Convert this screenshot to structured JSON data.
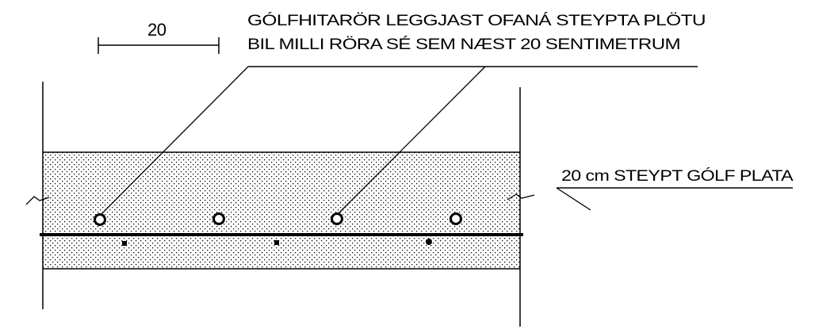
{
  "labels": {
    "dimension": "20",
    "pipe_note_line1": "GÓLFHITARÖR LEGGJAST OFANÁ STEYPTA PLÖTU",
    "pipe_note_line2": "BIL MILLI RÖRA SÉ SEM NÆST 20 SENTIMETRUM",
    "slab_note": "20 cm STEYPT GÓLF PLATA"
  },
  "colors": {
    "ink": "#000000",
    "paper": "#ffffff"
  }
}
